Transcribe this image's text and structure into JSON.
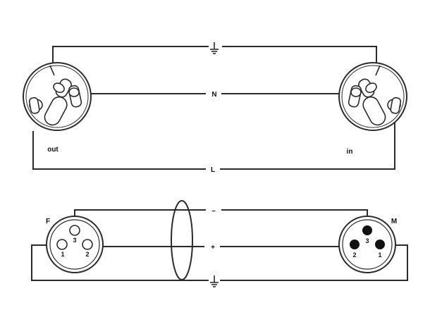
{
  "powercon": {
    "out_label": "out",
    "in_label": "in",
    "wire_ground": "⏚",
    "wire_neutral": "N",
    "wire_live": "L"
  },
  "xlr": {
    "female_label": "F",
    "male_label": "M",
    "wire_minus": "–",
    "wire_plus": "+",
    "wire_ground": "⏚",
    "female_pins": [
      "1",
      "2",
      "3"
    ],
    "male_pins": [
      "1",
      "2",
      "3"
    ]
  }
}
